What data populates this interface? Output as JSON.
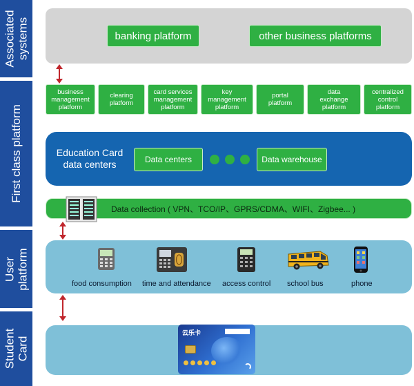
{
  "sidebar": {
    "associated": "Associated systems",
    "first_class": "First class platform",
    "user": "User platform",
    "student": "Student Card"
  },
  "associated_systems": {
    "banking": "banking platform",
    "other": "other business platforms"
  },
  "first_class": {
    "modules": [
      "business management platform",
      "clearing platform",
      "card services management platform",
      "key management platform",
      "portal platform",
      "data exchange platform",
      "centralized control platform"
    ],
    "data_centers_title": "Education Card data centers",
    "data_centers_box": "Data centers",
    "data_warehouse_box": "Data warehouse",
    "data_collection": "Data collection ( VPN、TCO/IP、GPRS/CDMA、WIFI、Zigbee... )"
  },
  "user_platform": {
    "devices": [
      "food consumption",
      "time and attendance",
      "access control",
      "school bus",
      "phone"
    ]
  },
  "student_card": {
    "brand": "云乐卡"
  },
  "colors": {
    "sidebar": "#1f4e9e",
    "green": "#2fb043",
    "dark_blue": "#1565b0",
    "light_blue": "#7fc0d8",
    "gray": "#d4d4d4",
    "arrow": "#c0262c"
  },
  "icons": [
    "pos-terminal-icon",
    "fingerprint-scanner-icon",
    "card-reader-icon",
    "school-bus-icon",
    "smartphone-icon",
    "server-rack-icon"
  ]
}
